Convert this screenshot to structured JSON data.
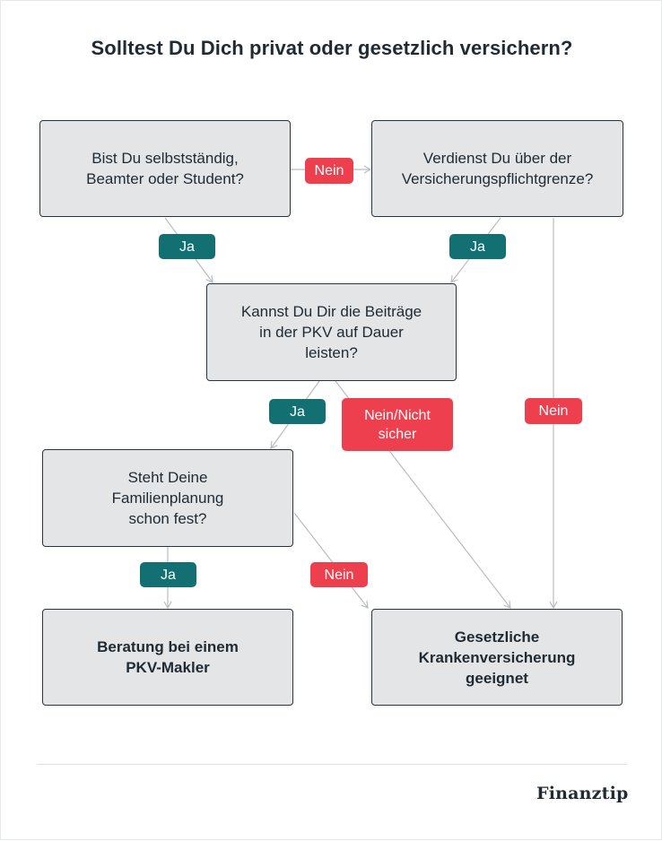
{
  "title": "Solltest Du Dich privat oder gesetzlich versichern?",
  "nodes": {
    "selbststaendig": "Bist Du selbstständig,\nBeamter oder Student?",
    "verdienst": "Verdienst Du über der\nVersicherungspflichtgrenze?",
    "beitraege": "Kannst Du Dir die Beiträge\nin der PKV auf Dauer\nleisten?",
    "familienplanung": "Steht Deine\nFamilienplanung\nschon fest?",
    "pkv_makler": "Beratung bei einem\nPKV-Makler",
    "gkv": "Gesetzliche\nKrankenversicherung\ngeeignet"
  },
  "edge_labels": {
    "selbststaendig_nein": "Nein",
    "selbststaendig_ja": "Ja",
    "verdienst_ja": "Ja",
    "verdienst_nein": "Nein",
    "beitraege_ja": "Ja",
    "beitraege_nein": "Nein/Nicht\nsicher",
    "familie_ja": "Ja",
    "familie_nein": "Nein"
  },
  "colors": {
    "yes": "#127073",
    "no": "#ee3f4e",
    "box": "#e3e5e7",
    "line": "#b9bdc1"
  },
  "brand": "Finanztip"
}
